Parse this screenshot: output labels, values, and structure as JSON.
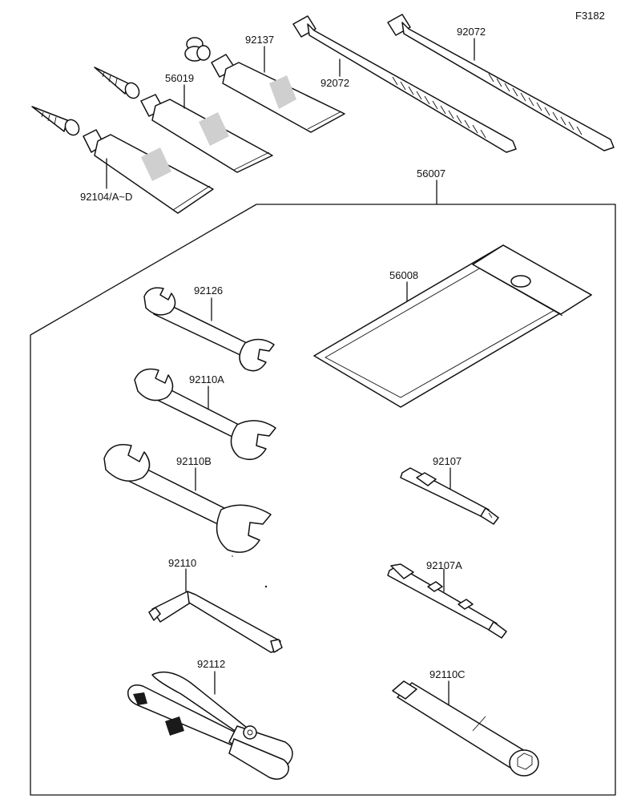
{
  "figure_code": "F3182",
  "parts": {
    "p92104": "92104/A~D",
    "p56019": "56019",
    "p92137": "92137",
    "p92072a": "92072",
    "p92072b": "92072",
    "p56007": "56007",
    "p56008": "56008",
    "p92126": "92126",
    "p92110A": "92110A",
    "p92110B": "92110B",
    "p92110": "92110",
    "p92112": "92112",
    "p92107": "92107",
    "p92107A": "92107A",
    "p92110C": "92110C"
  }
}
